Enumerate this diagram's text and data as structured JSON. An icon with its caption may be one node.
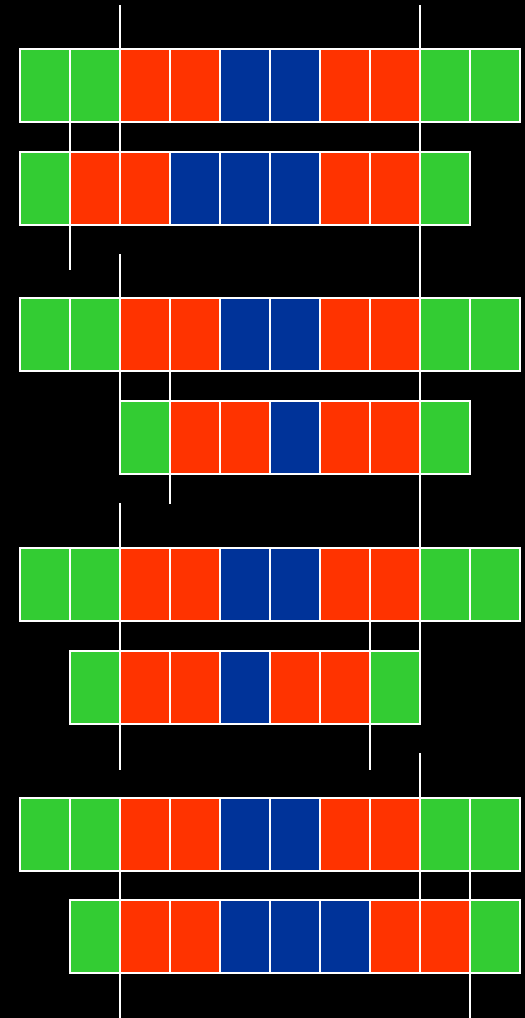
{
  "diagram": {
    "nodes": [
      {
        "text": [],
        "shape": "box"
      },
      {
        "text": [],
        "shape": "box"
      },
      {
        "text": [],
        "shape": "box"
      },
      {
        "text": [],
        "shape": "box"
      },
      {
        "text": [],
        "shape": "box"
      },
      {
        "text": [],
        "shape": "box"
      },
      {
        "text": [],
        "shape": "box"
      },
      {
        "text": [],
        "shape": "box"
      },
      {
        "text": [],
        "shape": "box"
      },
      {
        "text": [],
        "shape": "box"
      },
      {
        "text": [],
        "shape": "box"
      },
      {
        "text": [],
        "shape": "box"
      },
      {
        "text": [],
        "shape": "box"
      },
      {
        "text": [],
        "shape": "box"
      },
      {
        "text": [],
        "shape": "box"
      },
      {
        "text": [],
        "shape": "box"
      },
      {
        "text": [],
        "shape": "box"
      },
      {
        "text": [],
        "shape": "box"
      },
      {
        "text": [],
        "shape": "box"
      },
      {
        "text": [],
        "shape": "box"
      },
      {
        "text": [],
        "shape": "box"
      },
      {
        "text": [],
        "shape": "box"
      },
      {
        "text": [],
        "shape": "box"
      },
      {
        "text": [],
        "shape": "box"
      },
      {
        "text": [],
        "shape": "box"
      },
      {
        "text": [],
        "shape": "box"
      },
      {
        "text": [],
        "shape": "box"
      },
      {
        "text": [],
        "shape": "box"
      },
      {
        "text": [],
        "shape": "box"
      },
      {
        "text": [],
        "shape": "box"
      },
      {
        "text": [],
        "shape": "box"
      },
      {
        "text": [],
        "shape": "box"
      },
      {
        "text": [],
        "shape": "box"
      },
      {
        "text": [],
        "shape": "box"
      },
      {
        "text": [],
        "shape": "box"
      },
      {
        "text": [],
        "shape": "box"
      },
      {
        "text": [],
        "shape": "box"
      },
      {
        "text": [],
        "shape": "box"
      },
      {
        "text": [],
        "shape": "box"
      },
      {
        "text": [],
        "shape": "box"
      },
      {
        "text": [],
        "shape": "box"
      },
      {
        "text": [],
        "shape": "box"
      },
      {
        "text": [],
        "shape": "box"
      },
      {
        "text": [],
        "shape": "box"
      },
      {
        "text": [],
        "shape": "box"
      },
      {
        "text": [],
        "shape": "box"
      },
      {
        "text": [],
        "shape": "box"
      },
      {
        "text": [],
        "shape": "box"
      },
      {
        "text": [],
        "shape": "box"
      },
      {
        "text": [],
        "shape": "box"
      },
      {
        "text": [],
        "shape": "box"
      },
      {
        "text": [],
        "shape": "box"
      },
      {
        "text": [],
        "shape": "box"
      },
      {
        "text": [],
        "shape": "box"
      },
      {
        "text": [],
        "shape": "box"
      },
      {
        "text": [],
        "shape": "box"
      },
      {
        "text": [],
        "shape": "box"
      },
      {
        "text": [],
        "shape": "box"
      },
      {
        "text": [],
        "shape": "box"
      },
      {
        "text": [],
        "shape": "box"
      },
      {
        "text": [],
        "shape": "box"
      },
      {
        "text": [],
        "shape": "box"
      },
      {
        "text": [],
        "shape": "box"
      },
      {
        "text": [],
        "shape": "box"
      },
      {
        "text": [],
        "shape": "box"
      },
      {
        "text": [],
        "shape": "box"
      },
      {
        "text": [],
        "shape": "box"
      },
      {
        "text": [],
        "shape": "box"
      },
      {
        "text": [],
        "shape": "box"
      },
      {
        "text": [],
        "shape": "box"
      },
      {
        "text": [],
        "shape": "box"
      },
      {
        "text": [],
        "shape": "box"
      }
    ]
  }
}
